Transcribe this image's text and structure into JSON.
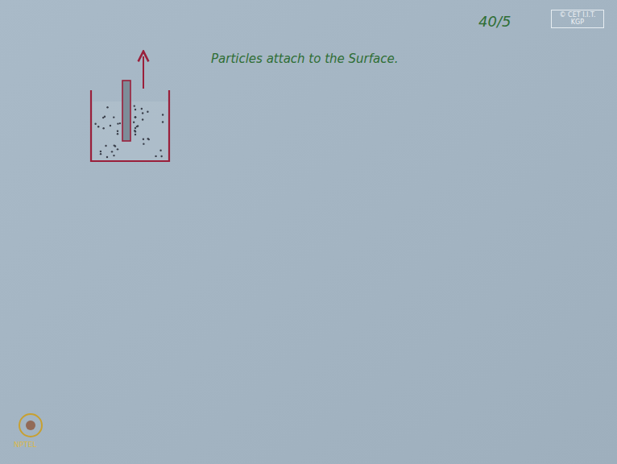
{
  "diagram": {
    "nodes": [
      {
        "text": [
          "© CET I.I.T. KGP"
        ]
      }
    ],
    "labels": [
      "Particles attach to the Surface.",
      "40/5",
      "NPTEL"
    ]
  }
}
